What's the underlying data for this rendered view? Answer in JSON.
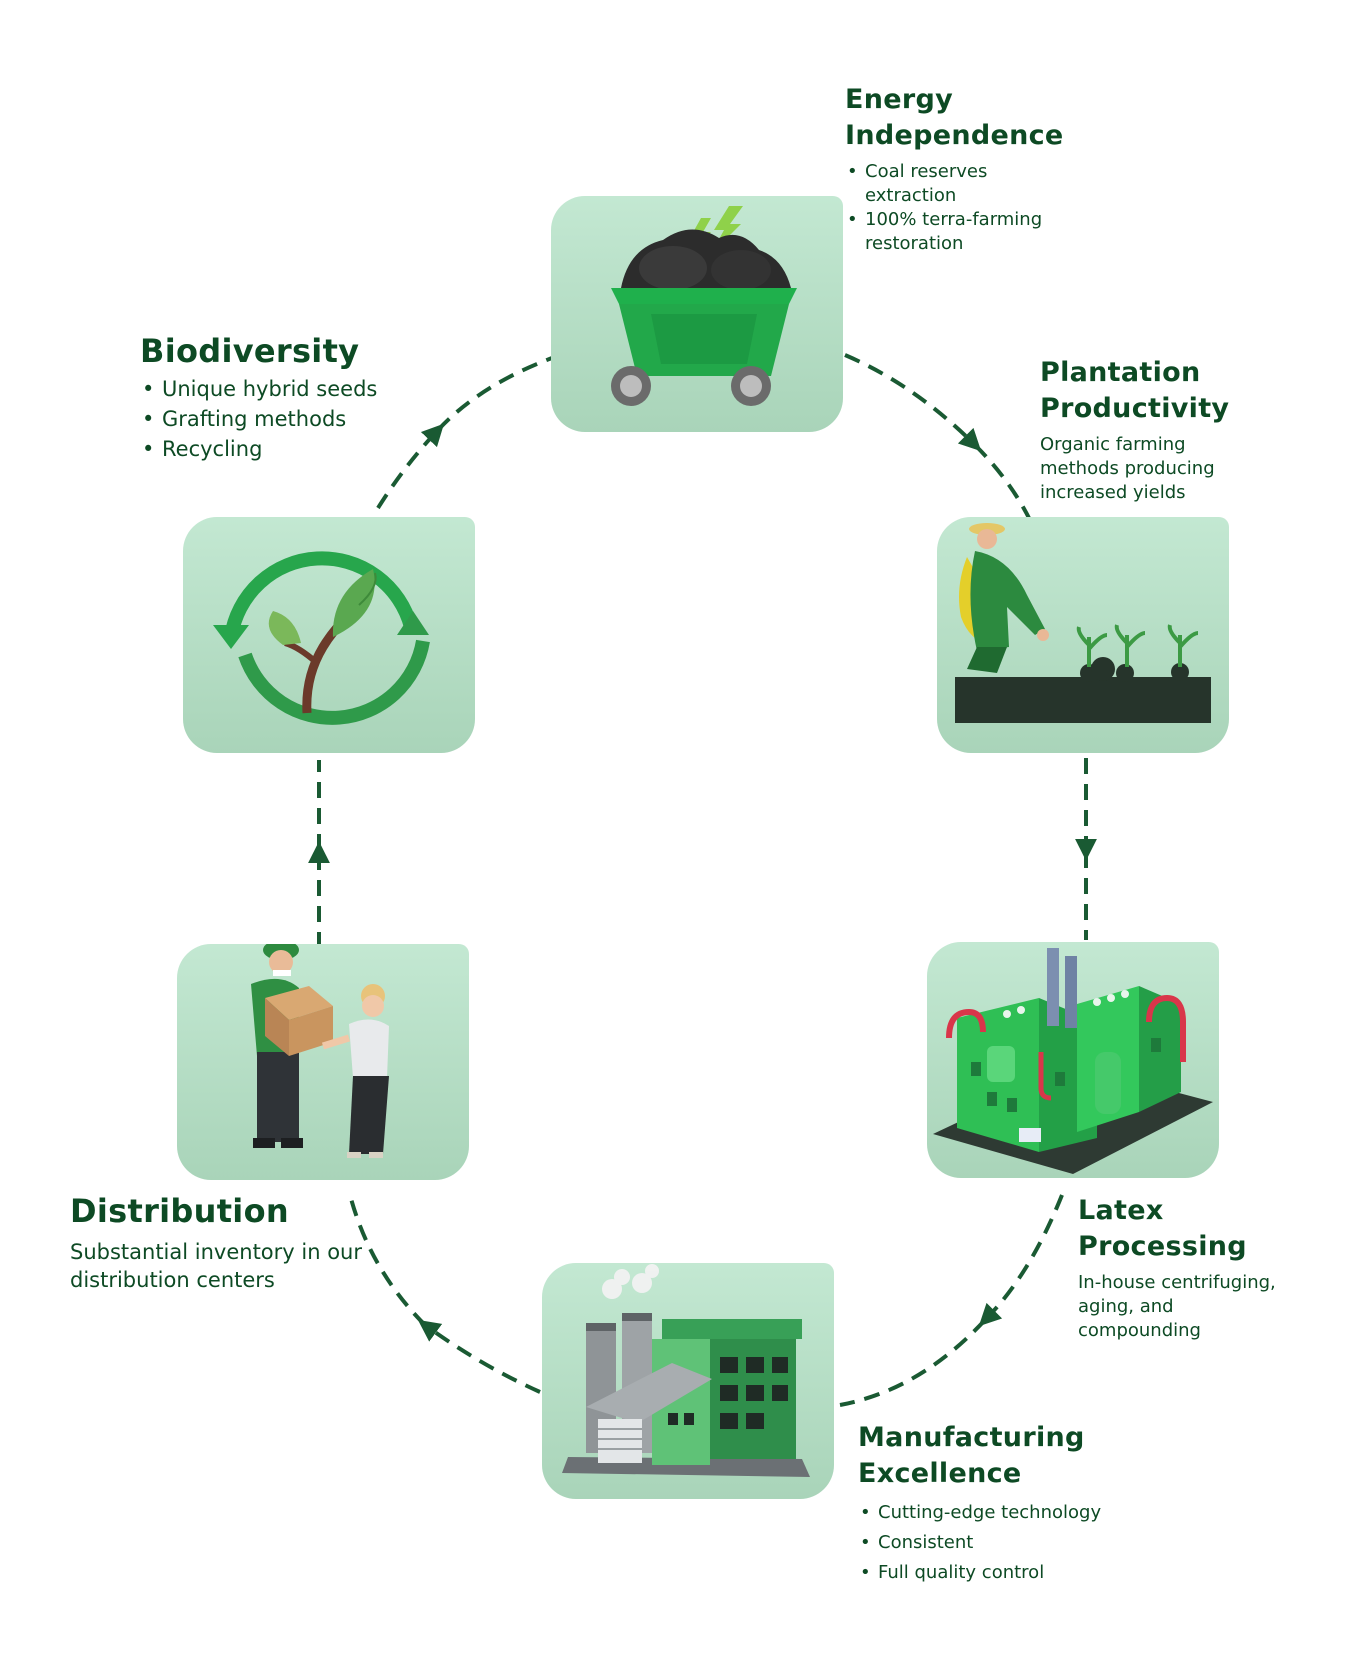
{
  "colors": {
    "accent": "#0d4a24",
    "card_top": "#c3e8d2",
    "card_bottom": "#a9d4b9",
    "arrow": "#1a5a33"
  },
  "stages": {
    "energy": {
      "title_line1": "Energy",
      "title_line2": "Independence",
      "bullets": [
        "Coal reserves extraction",
        "100% terra-farming restoration"
      ],
      "icon": "coal-cart-icon"
    },
    "plantation": {
      "title_line1": "Plantation",
      "title_line2": "Productivity",
      "text": "Organic farming methods producing increased yields",
      "icon": "farmer-planting-icon"
    },
    "latex": {
      "title_line1": "Latex",
      "title_line2": "Processing",
      "text": "In-house centrifuging, aging, and compounding",
      "icon": "processing-plant-icon"
    },
    "manufacturing": {
      "title_line1": "Manufacturing",
      "title_line2": "Excellence",
      "bullets": [
        "Cutting-edge technology",
        "Consistent",
        "Full quality control"
      ],
      "icon": "factory-icon"
    },
    "distribution": {
      "title": "Distribution",
      "text": "Substantial inventory in our distribution centers",
      "icon": "package-handover-icon"
    },
    "biodiversity": {
      "title": "Biodiversity",
      "bullets": [
        "Unique hybrid seeds",
        "Grafting methods",
        "Recycling"
      ],
      "icon": "recycle-sprout-icon"
    }
  }
}
